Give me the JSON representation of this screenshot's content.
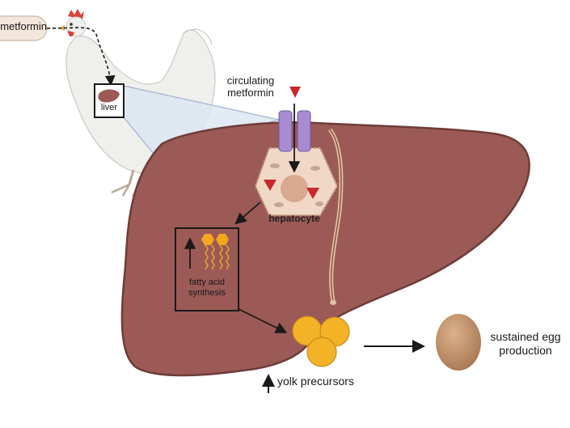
{
  "labels": {
    "metformin": "metformin",
    "liver": "liver",
    "circulating_metformin": "circulating\nmetformin",
    "hepatocyte": "hepatocyte",
    "fatty_acid_synthesis": "fatty acid\nsynthesis",
    "yolk_precursors": "yolk precursors",
    "sustained_egg_production": "sustained egg\nproduction"
  },
  "colors": {
    "liver_fill": "#9b5a56",
    "liver_dark": "#7e4340",
    "metformin_marker": "#c62828",
    "channel": "#a88bd0",
    "yolk": "#f4b227",
    "egg": "#c8966a"
  }
}
